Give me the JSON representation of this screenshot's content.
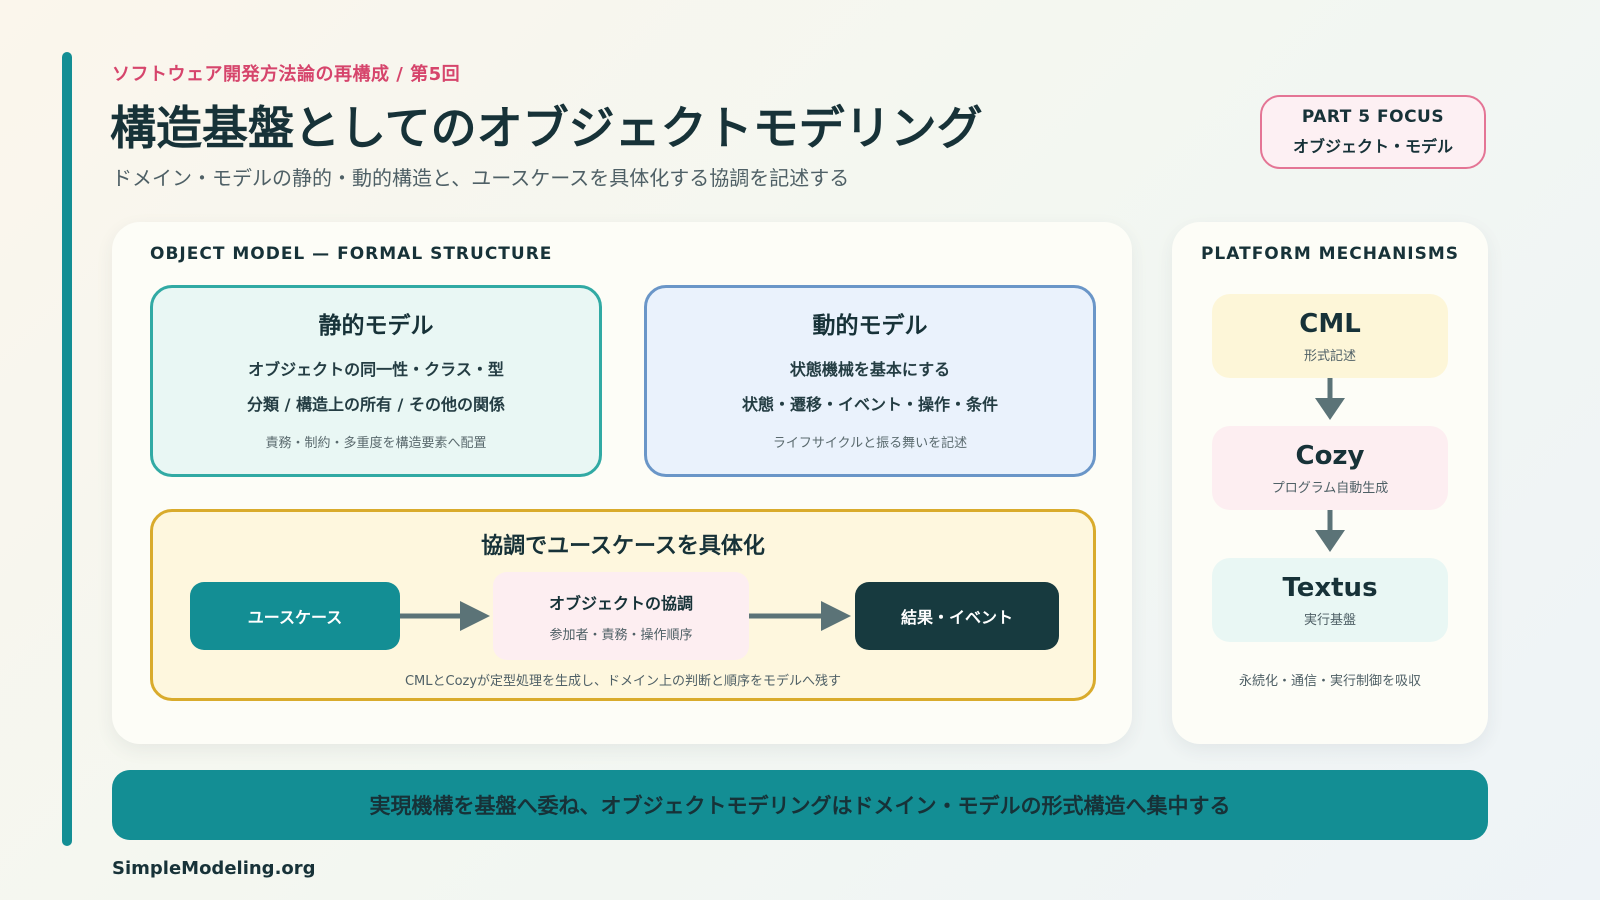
{
  "header": {
    "eyebrow": "ソフトウェア開発方法論の再構成 / 第5回",
    "title": "構造基盤としてのオブジェクトモデリング",
    "subtitle": "ドメイン・モデルの静的・動的構造と、ユースケースを具体化する協調を記述する"
  },
  "badge": {
    "line1": "PART 5 FOCUS",
    "line2": "オブジェクト・モデル"
  },
  "object_model": {
    "heading": "OBJECT MODEL — FORMAL STRUCTURE",
    "static": {
      "title": "静的モデル",
      "line1": "オブジェクトの同一性・クラス・型",
      "line2": "分類 / 構造上の所有 / その他の関係",
      "note": "責務・制約・多重度を構造要素へ配置"
    },
    "dynamic": {
      "title": "動的モデル",
      "line1": "状態機械を基本にする",
      "line2": "状態・遷移・イベント・操作・条件",
      "note": "ライフサイクルと振る舞いを記述"
    },
    "collaboration": {
      "title": "協調でユースケースを具体化",
      "usecase": "ユースケース",
      "collab_title": "オブジェクトの協調",
      "collab_sub": "参加者・責務・操作順序",
      "result": "結果・イベント",
      "note": "CMLとCozyが定型処理を生成し、ドメイン上の判断と順序をモデルへ残す"
    }
  },
  "platform": {
    "heading": "PLATFORM MECHANISMS",
    "items": [
      {
        "name": "CML",
        "sub": "形式記述"
      },
      {
        "name": "Cozy",
        "sub": "プログラム自動生成"
      },
      {
        "name": "Textus",
        "sub": "実行基盤"
      }
    ],
    "note": "永続化・通信・実行制御を吸収"
  },
  "banner": {
    "text": "実現機構を基盤へ委ね、オブジェクトモデリングはドメイン・モデルの形式構造へ集中する"
  },
  "footer": {
    "site": "SimpleModeling.org"
  },
  "colors": {
    "teal": "#138e94",
    "pink_accent": "#d6456c",
    "dark": "#173a3f",
    "static_border": "#31aaa4",
    "dynamic_border": "#6a96c8",
    "collab_border": "#d9ab2c",
    "arrow": "#5b7377"
  }
}
